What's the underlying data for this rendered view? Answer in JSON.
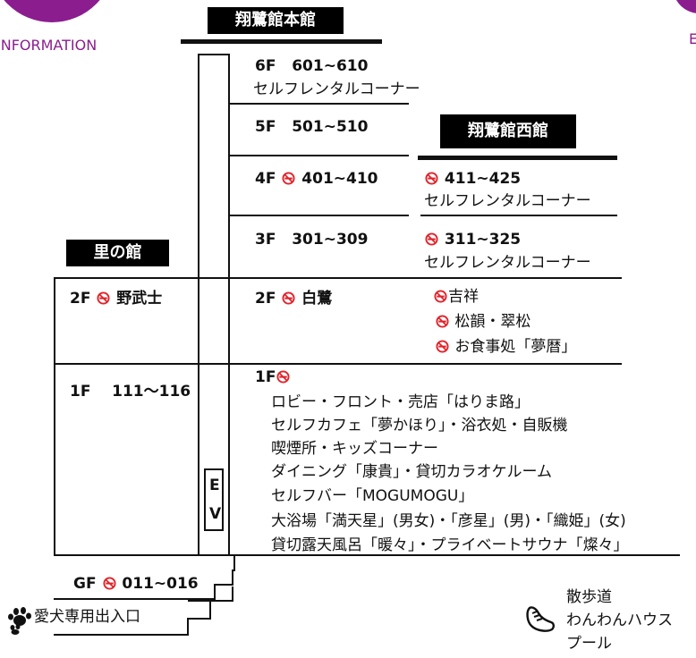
{
  "colors": {
    "accent_purple": "#8b1d8f",
    "no_smoking_red": "#e0242b",
    "ink": "#111111"
  },
  "top_left": {
    "info_label": "INFORMATION"
  },
  "top_right": {
    "partial_label": "E"
  },
  "honkan": {
    "title": "翔鷺館本館",
    "f6": {
      "floor": "6F",
      "rooms": "601~610",
      "note": "セルフレンタルコーナー"
    },
    "f5": {
      "floor": "5F",
      "rooms": "501~510"
    },
    "f4": {
      "floor": "4F",
      "rooms": "401~410"
    },
    "f3": {
      "floor": "3F",
      "rooms": "301~309"
    },
    "f2": {
      "floor": "2F",
      "rooms": "白鷺"
    },
    "f1": {
      "floor": "1F",
      "items": [
        "ロビー・フロント・売店「はりま路」",
        "セルフカフェ「夢かほり」・浴衣処・自販機",
        "喫煙所・キッズコーナー",
        "ダイニング「康貴」・貸切カラオケルーム",
        "セルフバー「MOGUMOGU」",
        "大浴場「満天星」(男女)・「彦星」(男)・「織姫」(女)",
        "貸切露天風呂「暖々」・プライベートサウナ「燦々」"
      ]
    },
    "ev": {
      "e": "E",
      "v": "V"
    }
  },
  "nishikan": {
    "title": "翔鷺館西館",
    "f4": {
      "rooms": "411~425",
      "note": "セルフレンタルコーナー"
    },
    "f3": {
      "rooms": "311~325",
      "note": "セルフレンタルコーナー"
    },
    "f2": {
      "items": [
        "吉祥",
        "松韻・翠松",
        "お食事処「夢暦」"
      ]
    }
  },
  "satonoyakata": {
    "title": "里の館",
    "f2": {
      "floor": "2F",
      "rooms": "野武士"
    },
    "f1": {
      "floor": "1F",
      "rooms": "111～116"
    }
  },
  "gf": {
    "floor": "GF",
    "rooms": "011~016",
    "pet_entrance": "愛犬専用出入口"
  },
  "outside": {
    "walk": "散歩道",
    "dog_house": "わんわんハウス",
    "pool": "プール"
  },
  "icons": {
    "no_smoking": "no-smoking-icon",
    "paw": "paw-icon",
    "shoe": "shoe-icon"
  }
}
